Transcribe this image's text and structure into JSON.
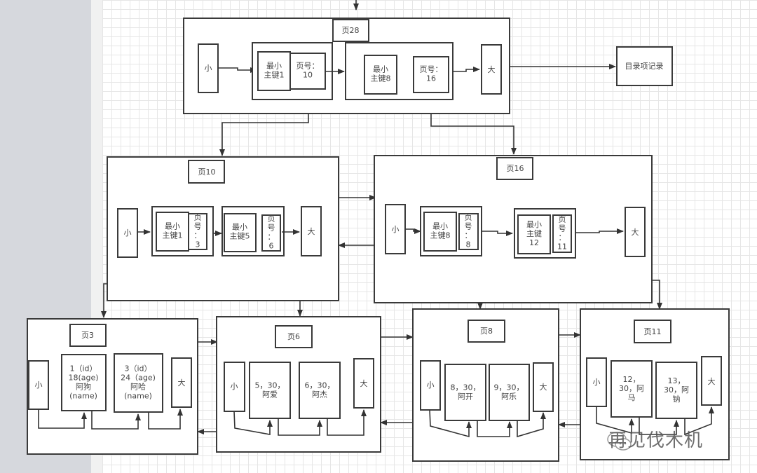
{
  "colors": {
    "line": "#333333",
    "sidebar": "#d6d8dd",
    "grid": "#e6e6e6"
  },
  "directory_record_label": "目录项记录",
  "watermark": "再见伐木机",
  "pages": {
    "p28": {
      "title": "页28",
      "small": "小",
      "large": "大",
      "entries": [
        {
          "key": "最小\n主键1",
          "page": "页号：\n10"
        },
        {
          "key": "最小\n主键8",
          "page": "页号：\n16"
        }
      ]
    },
    "p10": {
      "title": "页10",
      "small": "小",
      "large": "大",
      "entries": [
        {
          "key": "最小\n主键1",
          "page": "页\n号\n：\n3"
        },
        {
          "key": "最小\n主键5",
          "page": "页\n号\n：\n6"
        }
      ]
    },
    "p16": {
      "title": "页16",
      "small": "小",
      "large": "大",
      "entries": [
        {
          "key": "最小\n主键8",
          "page": "页\n号\n：\n8"
        },
        {
          "key": "最小\n主键\n12",
          "page": "页\n号\n：\n11"
        }
      ]
    },
    "p3": {
      "title": "页3",
      "small": "小",
      "large": "大",
      "records": [
        "1（id）\n18(age)\n阿狗\n(name)",
        "3（id）\n24（age)\n阿哈\n(name)"
      ]
    },
    "p6": {
      "title": "页6",
      "small": "小",
      "large": "大",
      "records": [
        "5，30，\n阿爱",
        "6，30，\n阿杰"
      ]
    },
    "p8": {
      "title": "页8",
      "small": "小",
      "large": "大",
      "records": [
        "8，30，\n阿开",
        "9，30，\n阿乐"
      ]
    },
    "p11": {
      "title": "页11",
      "small": "小",
      "large": "大",
      "records": [
        "12，\n30，阿\n马",
        "13，\n30，阿\n钠"
      ]
    }
  }
}
